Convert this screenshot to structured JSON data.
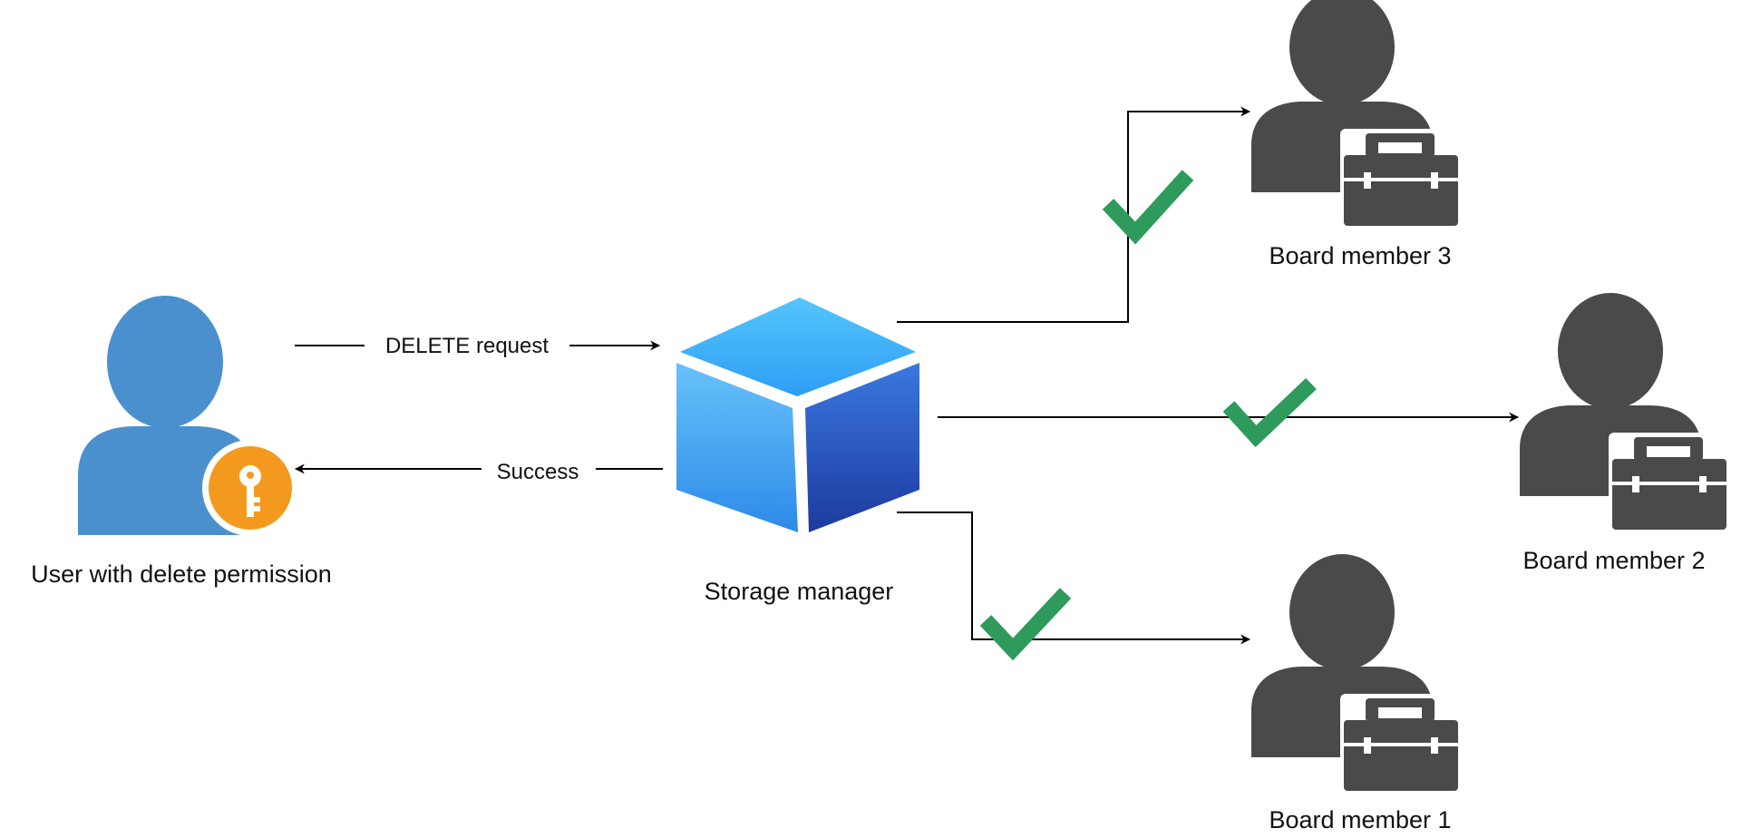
{
  "nodes": {
    "user": {
      "label": "User with delete permission",
      "icon": "user-key-icon",
      "color": "#4A90CE",
      "badge_color": "#F39A1E"
    },
    "storage": {
      "label": "Storage manager",
      "icon": "cube-icon",
      "colors": {
        "top": "#3AB1F7",
        "left": "#2E9CF3",
        "right": "#2B55BD"
      }
    },
    "board_members": [
      {
        "label": "Board member 3",
        "icon": "user-briefcase-icon"
      },
      {
        "label": "Board member 2",
        "icon": "user-briefcase-icon"
      },
      {
        "label": "Board member 1",
        "icon": "user-briefcase-icon"
      }
    ],
    "board_member_color": "#4A4A4A"
  },
  "edges": {
    "request_label": "DELETE request",
    "success_label": "Success"
  },
  "check_color": "#2E9B5C"
}
